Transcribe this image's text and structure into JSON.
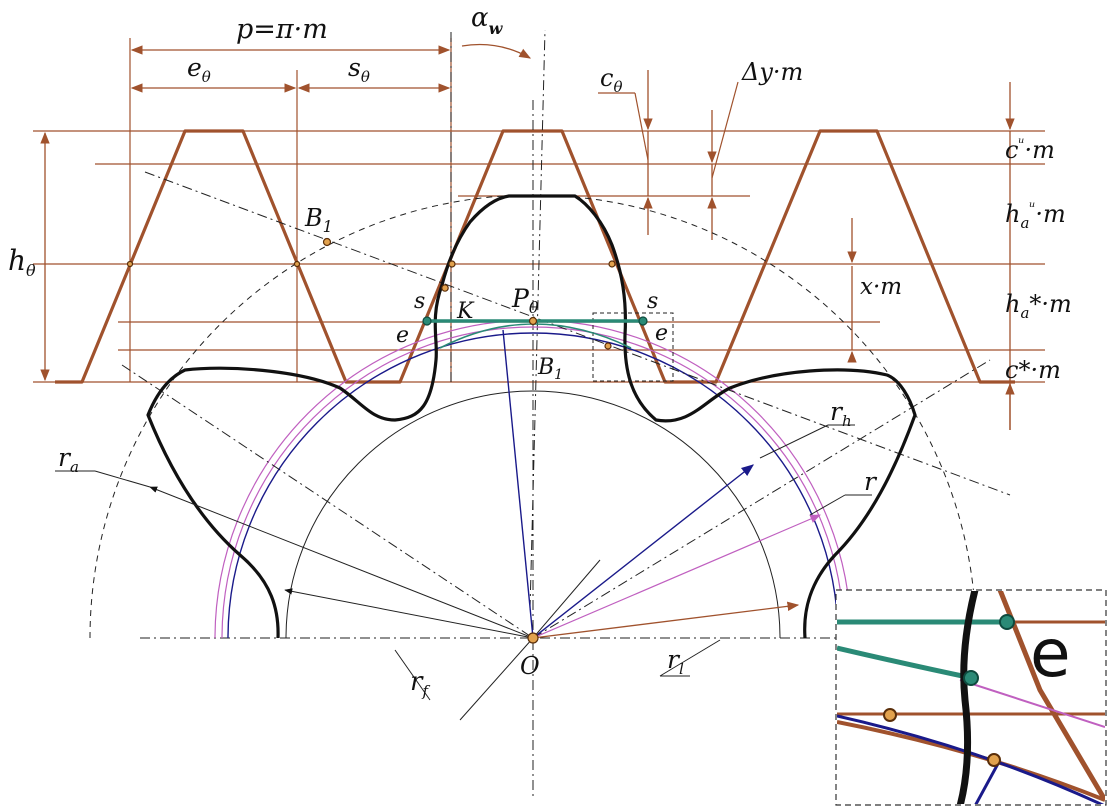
{
  "labels": {
    "pitch": "p=π·m",
    "alpha_w": "α",
    "alpha_w_sub": "w",
    "e0": "e",
    "e0_sub": "θ",
    "s0": "s",
    "s0_sub": "θ",
    "c0": "c",
    "c0_sub": "θ",
    "delta_y": "Δy·m",
    "c_top": "c",
    "c_top_sup": "ᵘ",
    "c_top_rest": "·m",
    "ha_top": "h",
    "ha_top_sub": "a",
    "ha_top_sup": "ᵘ",
    "ha_top_rest": "·m",
    "ha_bottom": "h",
    "ha_bottom_sub": "a",
    "ha_bottom_rest": "*·m",
    "c_bottom": "c*·m",
    "x_m": "x·m",
    "h0": "h",
    "h0_sub": "θ",
    "B1": "B",
    "B1_sub": "1",
    "B": "B",
    "B_sub": "1",
    "P0": "P",
    "P0_sub": "θ",
    "K": "K",
    "s_left": "s",
    "s_right": "s",
    "e_left": "e",
    "e_right": "e",
    "ra": "r",
    "ra_sub": "a",
    "rh": "r",
    "rh_sub": "h",
    "r": "r",
    "rf": "r",
    "rf_sub": "f",
    "rl": "r",
    "rl_sub": "l",
    "O": "O",
    "inset_e": "e"
  },
  "colors": {
    "rack": "#a0522d",
    "gear": "#111111",
    "active_line": "#2a8a76",
    "base_circle": "#1a1a8a",
    "pitch_circle": "#c060c0",
    "points": "#e2a24e"
  }
}
